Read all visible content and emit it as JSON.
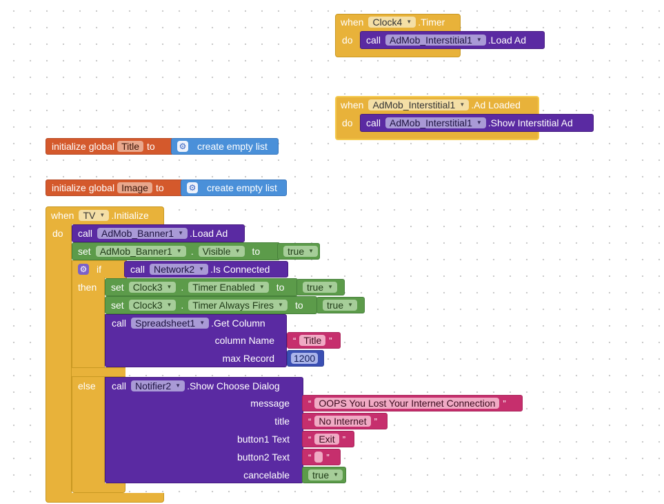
{
  "workspace": {
    "clock4_timer": {
      "when": "when",
      "component": "Clock4",
      "event": ".Timer",
      "do": "do",
      "call": "call",
      "target": "AdMob_Interstitial1",
      "method": ".Load Ad"
    },
    "interstitial_loaded": {
      "when": "when",
      "component": "AdMob_Interstitial1",
      "event": ".Ad Loaded",
      "do": "do",
      "call": "call",
      "target": "AdMob_Interstitial1",
      "method": ".Show Interstitial Ad"
    },
    "global_title": {
      "init": "initialize global",
      "name": "Title",
      "to": "to",
      "value": "create empty list"
    },
    "global_image": {
      "init": "initialize global",
      "name": "Image",
      "to": "to",
      "value": "create empty list"
    },
    "tv_initialize": {
      "when": "when",
      "component": "TV",
      "event": ".Initialize",
      "do": "do",
      "call_banner": {
        "call": "call",
        "target": "AdMob_Banner1",
        "method": ".Load Ad"
      },
      "set_banner": {
        "set": "set",
        "target": "AdMob_Banner1",
        "dot": ".",
        "prop": "Visible",
        "to": "to",
        "value": "true"
      },
      "if": {
        "if": "if",
        "then": "then",
        "else": "else",
        "cond": {
          "call": "call",
          "target": "Network2",
          "method": ".Is Connected"
        }
      },
      "set_clock3_enabled": {
        "set": "set",
        "target": "Clock3",
        "dot": ".",
        "prop": "Timer Enabled",
        "to": "to",
        "value": "true"
      },
      "set_clock3_fires": {
        "set": "set",
        "target": "Clock3",
        "dot": ".",
        "prop": "Timer Always Fires",
        "to": "to",
        "value": "true"
      },
      "get_column": {
        "call": "call",
        "target": "Spreadsheet1",
        "method": ".Get Column",
        "column_name_label": "column Name",
        "column_name_value": "Title",
        "max_record_label": "max Record",
        "max_record_value": "1200"
      },
      "choose_dialog": {
        "call": "call",
        "target": "Notifier2",
        "method": ".Show Choose Dialog",
        "message_label": "message",
        "message_value": "OOPS You Lost Your Internet Connection",
        "title_label": "title",
        "title_value": "No Internet",
        "button1_label": "button1 Text",
        "button1_value": "Exit",
        "button2_label": "button2 Text",
        "button2_value": "",
        "cancelable_label": "cancelable",
        "cancelable_value": "true"
      }
    },
    "string_quote_open": "“",
    "string_quote_close": "”"
  },
  "icons": {
    "dropdown": "dropdown-arrow-icon",
    "mutator": "gear-icon"
  },
  "colors": {
    "event": "#e8b23a",
    "procedure": "#5a2aa2",
    "setter": "#5c9b4a",
    "variable": "#d4592c",
    "list": "#4a90d9",
    "text": "#c62f6d",
    "math": "#3a4fb3"
  }
}
